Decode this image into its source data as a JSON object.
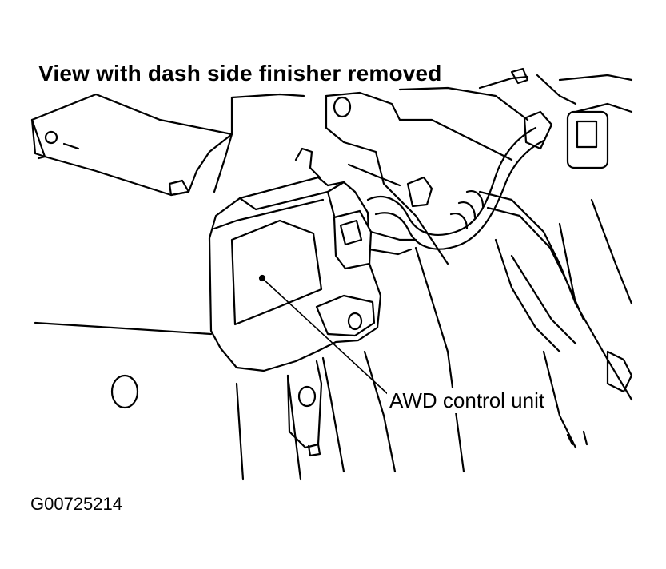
{
  "figure": {
    "title": "View with dash side finisher removed",
    "callout_label": "AWD control unit",
    "figure_id": "G00725214"
  },
  "colors": {
    "ink": "#000000",
    "paper": "#ffffff"
  }
}
